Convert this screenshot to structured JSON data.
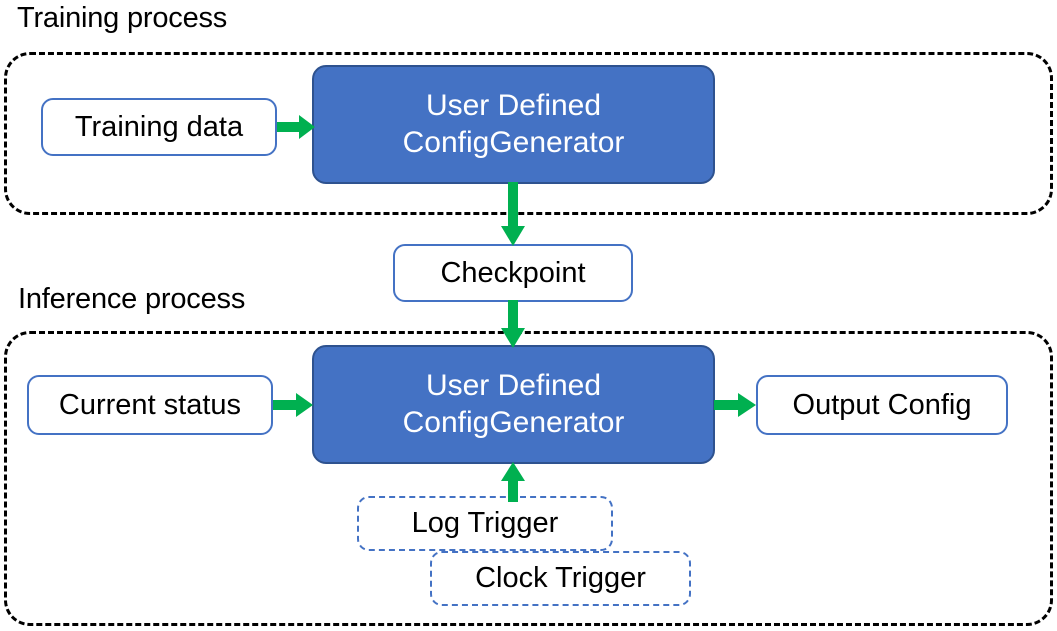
{
  "diagram": {
    "title_training": "Training process",
    "title_inference": "Inference process",
    "accent_green": "#00B050",
    "accent_blue": "#4472C4",
    "box_border_blue": "#2E528F",
    "group_border": "#000000",
    "background": "#FFFFFF"
  },
  "training": {
    "group_label": "Training process",
    "input_box": "Training data",
    "process_line1": "User Defined",
    "process_line2": "ConfigGenerator"
  },
  "bridge": {
    "checkpoint": "Checkpoint"
  },
  "inference": {
    "group_label": "Inference process",
    "input_box": "Current status",
    "process_line1": "User Defined",
    "process_line2": "ConfigGenerator",
    "output_box": "Output Config",
    "triggers": [
      {
        "label": "Log Trigger"
      },
      {
        "label": "Clock Trigger"
      }
    ]
  },
  "arrows": [
    {
      "name": "training-data-to-generator",
      "direction": "right"
    },
    {
      "name": "train-generator-to-checkpoint",
      "direction": "down"
    },
    {
      "name": "checkpoint-to-infer-generator",
      "direction": "down"
    },
    {
      "name": "current-status-to-generator",
      "direction": "right"
    },
    {
      "name": "generator-to-output-config",
      "direction": "right"
    },
    {
      "name": "log-trigger-to-generator",
      "direction": "up"
    }
  ]
}
